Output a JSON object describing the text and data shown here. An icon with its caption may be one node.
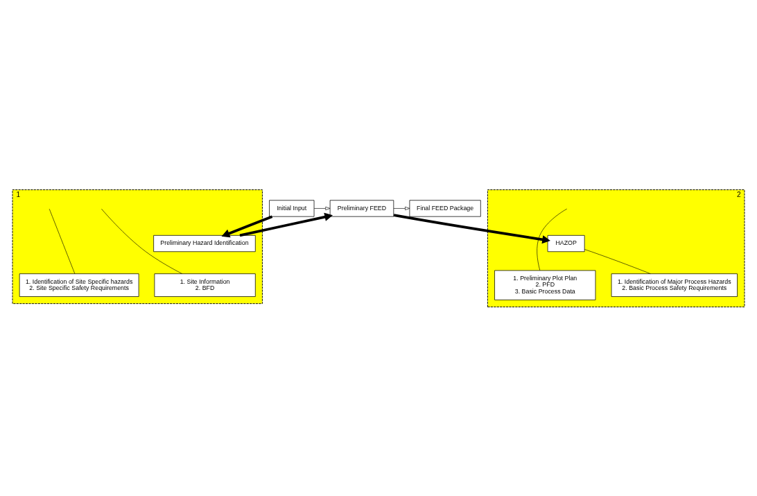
{
  "diagram": {
    "nodes": [
      {
        "text": [
          "Initial Input"
        ]
      },
      {
        "text": [
          "Preliminary FEED"
        ]
      },
      {
        "text": [
          "Final FEED Package"
        ]
      },
      {
        "text": [
          "1"
        ]
      },
      {
        "text": [
          "Preliminary Hazard Identification"
        ],
        "in": 3
      },
      {
        "text": [
          "1. Site Information",
          "2. BFD"
        ],
        "in": 3
      },
      {
        "text": [
          "1. Identification of Site Specific hazards",
          "2. Site Specific Safety Requirements"
        ],
        "in": 3
      },
      {
        "text": [
          "2"
        ]
      },
      {
        "text": [
          "HAZOP"
        ],
        "in": 7
      },
      {
        "text": [
          "1. Preliminary Plot Plan",
          "2. PFD",
          "3. Basic Process Data"
        ],
        "in": 7
      },
      {
        "text": [
          "1. Identification of Major Process Hazards",
          "2. Basic Process Safety Requirements"
        ],
        "in": 7
      }
    ],
    "edges": [
      {
        "from": 0,
        "to": 1,
        "arrow": "to"
      },
      {
        "from": 1,
        "to": 2,
        "arrow": "to"
      },
      {
        "from": 0,
        "to": 4,
        "arrow": "to",
        "style": "thick"
      },
      {
        "from": 4,
        "to": 1,
        "arrow": "to",
        "style": "thick"
      },
      {
        "from": 1,
        "to": 8,
        "arrow": "to",
        "style": "thick"
      },
      {
        "from": 5,
        "to": null,
        "arrow": "none"
      },
      {
        "from": 6,
        "to": null,
        "arrow": "none"
      },
      {
        "from": 9,
        "to": null,
        "arrow": "none"
      },
      {
        "from": 10,
        "to": 8,
        "arrow": "none"
      }
    ]
  }
}
